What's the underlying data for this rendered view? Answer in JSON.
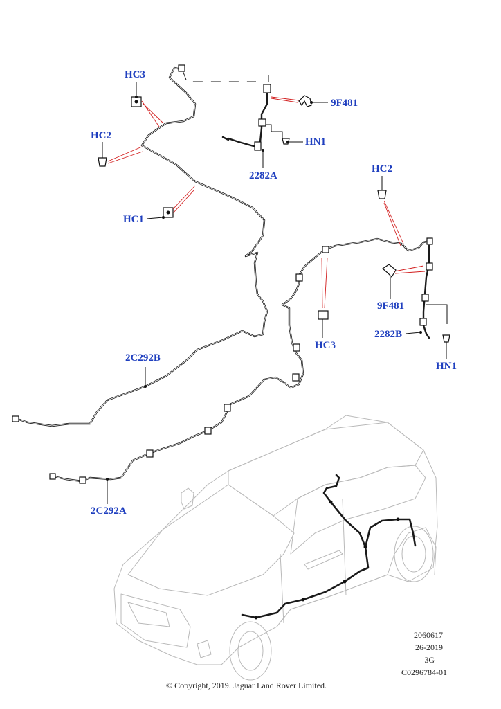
{
  "parts": {
    "hc3_top": "HC3",
    "hc2_left": "HC2",
    "hc1": "HC1",
    "p9f481_top": "9F481",
    "hn1_top": "HN1",
    "p2282a": "2282A",
    "hc2_right": "HC2",
    "p9f481_right": "9F481",
    "hc3_middle": "HC3",
    "p2282b": "2282B",
    "hn1_right": "HN1",
    "p2c292b": "2C292B",
    "p2c292a": "2C292A"
  },
  "meta": {
    "code": "2060617",
    "date": "26-2019",
    "revision": "3G",
    "ref": "C0296784-01"
  },
  "copyright": "© Copyright, 2019. Jaguar Land Rover Limited."
}
